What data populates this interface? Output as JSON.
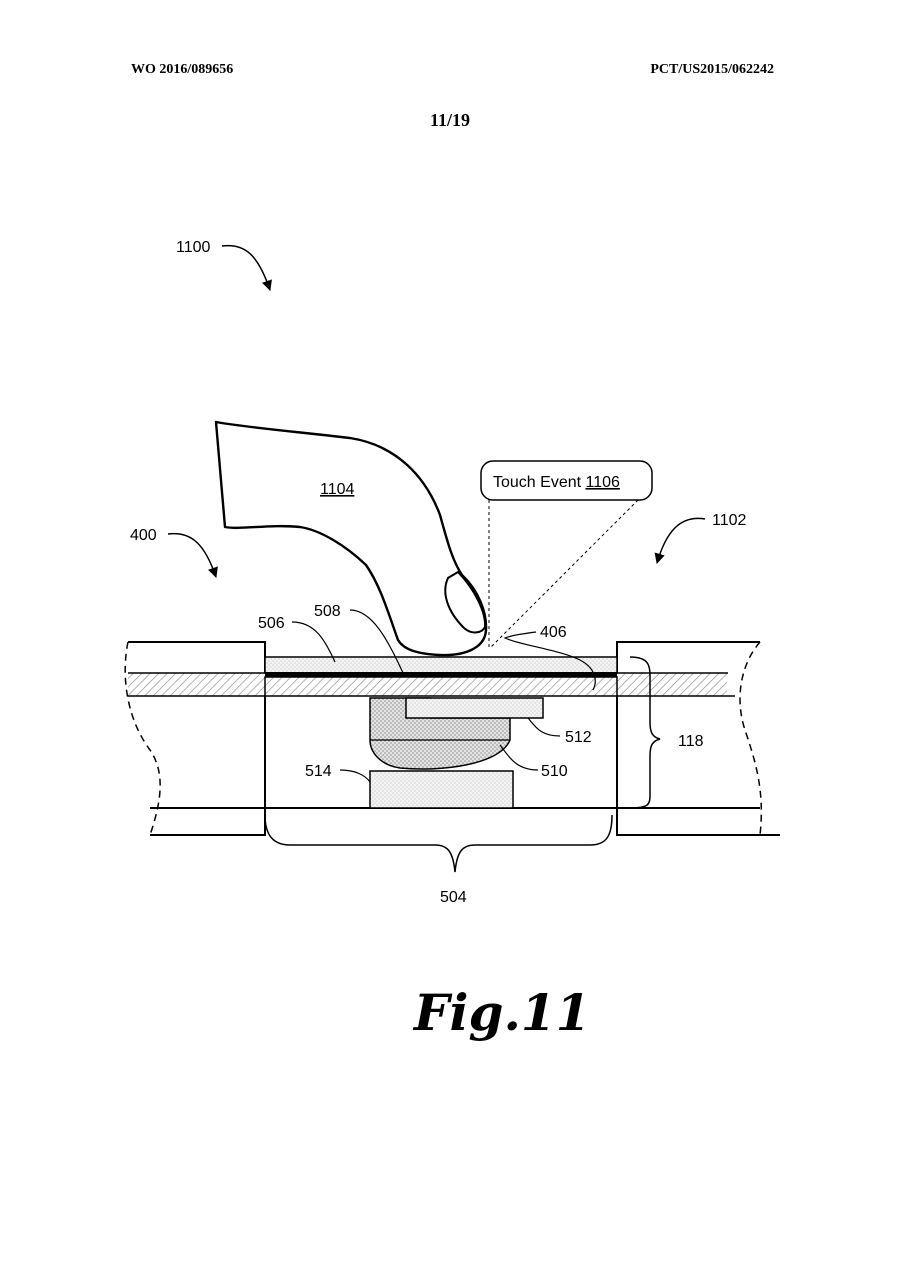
{
  "header": {
    "publication_number": "WO 2016/089656",
    "application_number": "PCT/US2015/062242",
    "sheet": "11/19"
  },
  "figure": {
    "caption": "Fig.11",
    "callout": {
      "text": "Touch Event ",
      "ref": "1106"
    },
    "labels": {
      "l1100": "1100",
      "l1104": "1104",
      "l400": "400",
      "l1102": "1102",
      "l506": "506",
      "l508": "508",
      "l406": "406",
      "l512": "512",
      "l118": "118",
      "l514": "514",
      "l510": "510",
      "l504": "504"
    }
  }
}
